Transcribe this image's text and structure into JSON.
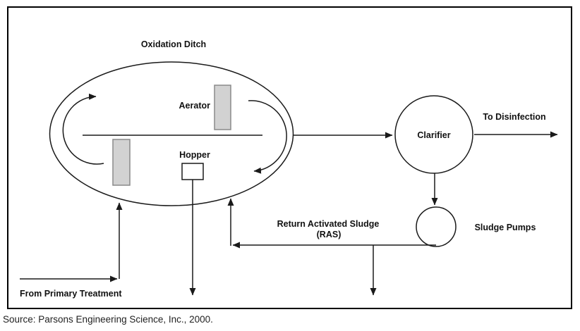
{
  "figure": {
    "title": "Oxidation Ditch",
    "labels": {
      "aerator": "Aerator",
      "hopper": "Hopper",
      "clarifier": "Clarifier",
      "to_disinfection": "To Disinfection",
      "return_activated_sludge_line1": "Return Activated Sludge",
      "return_activated_sludge_line2": "(RAS)",
      "sludge_pumps": "Sludge Pumps",
      "from_primary_treatment": "From Primary Treatment"
    },
    "source": "Source: Parsons Engineering Science, Inc., 2000.",
    "colors": {
      "line": "#1a1a1a",
      "equipment_fill": "#d2d2d2",
      "equipment_stroke": "#8a8a8a",
      "background": "#ffffff"
    }
  }
}
